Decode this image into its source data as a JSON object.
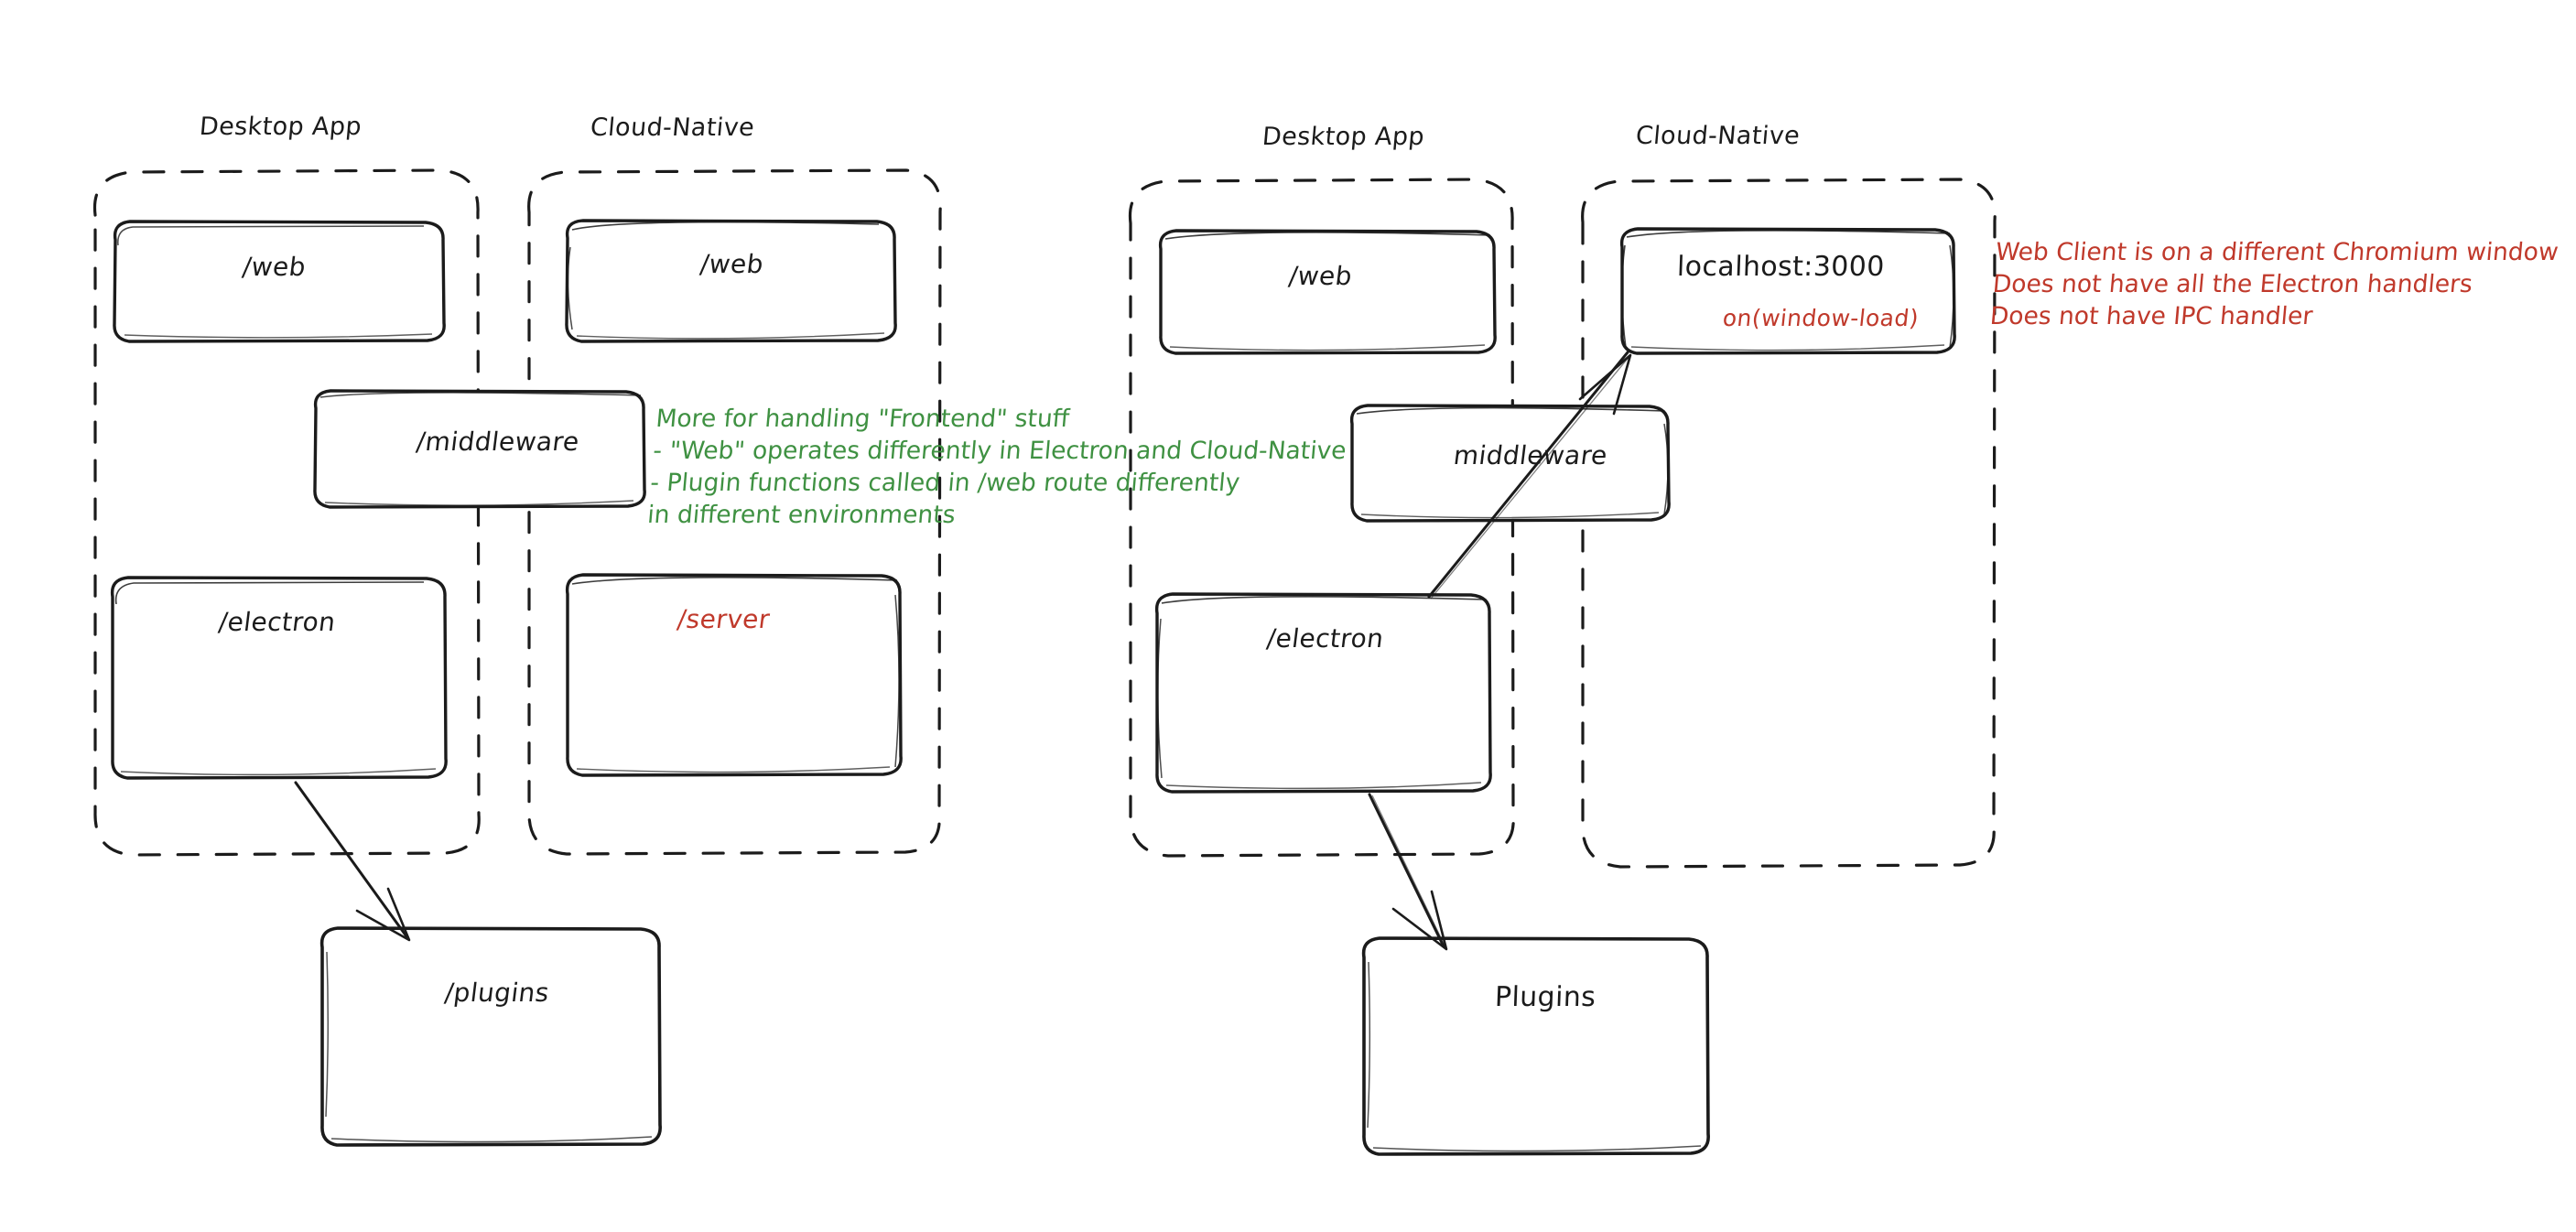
{
  "meta": {
    "title": "Desktop App vs Cloud-Native architecture sketch",
    "background": "#ffffff",
    "ink": "#1b1b1b",
    "accent_green": "#3f9142",
    "accent_red": "#c0392b"
  },
  "diagrams": [
    {
      "id": "left",
      "groups": [
        {
          "id": "left-desktop",
          "title": "Desktop App"
        },
        {
          "id": "left-cloud",
          "title": "Cloud-Native"
        }
      ],
      "nodes": [
        {
          "id": "left-web-desktop",
          "label": "/web",
          "color": "ink"
        },
        {
          "id": "left-web-cloud",
          "label": "/web",
          "color": "ink"
        },
        {
          "id": "left-middleware",
          "label": "/middleware",
          "color": "ink"
        },
        {
          "id": "left-electron",
          "label": "/electron",
          "color": "ink"
        },
        {
          "id": "left-server",
          "label": "/server",
          "color": "red"
        },
        {
          "id": "left-plugins",
          "label": "/plugins",
          "color": "ink"
        }
      ],
      "edges": [
        {
          "id": "left-electron-to-plugins",
          "from": "/electron",
          "to": "/plugins"
        }
      ]
    },
    {
      "id": "right",
      "groups": [
        {
          "id": "right-desktop",
          "title": "Desktop App"
        },
        {
          "id": "right-cloud",
          "title": "Cloud-Native"
        }
      ],
      "nodes": [
        {
          "id": "right-web",
          "label": "/web",
          "color": "ink"
        },
        {
          "id": "right-localhost",
          "label": "localhost:3000",
          "sub_label": "on(window-load)",
          "color": "ink",
          "sub_color": "red"
        },
        {
          "id": "right-middleware",
          "label": "middleware",
          "color": "ink"
        },
        {
          "id": "right-electron",
          "label": "/electron",
          "color": "ink"
        },
        {
          "id": "right-plugins",
          "label": "Plugins",
          "color": "ink"
        }
      ],
      "edges": [
        {
          "id": "right-electron-to-localhost",
          "from": "/electron",
          "to": "localhost:3000"
        },
        {
          "id": "right-electron-to-plugins",
          "from": "/electron",
          "to": "Plugins"
        }
      ]
    }
  ],
  "annotations": {
    "green_note": {
      "color": "#3f9142",
      "lines": [
        "More for handling \"Frontend\" stuff",
        "- \"Web\" operates differently in Electron and Cloud-Native",
        "- Plugin functions called in /web route differently",
        "in different environments"
      ],
      "text": "More for handling \"Frontend\" stuff\n- \"Web\" operates differently in Electron and Cloud-Native\n- Plugin functions called in /web route differently\nin different environments"
    },
    "red_note": {
      "color": "#c0392b",
      "lines": [
        "Web Client is on a different Chromium window",
        "Does not have all the Electron handlers",
        "Does not have IPC handler"
      ],
      "text": "Web Client is on a different Chromium window\nDoes not have all the Electron handlers\nDoes not have IPC handler"
    }
  }
}
